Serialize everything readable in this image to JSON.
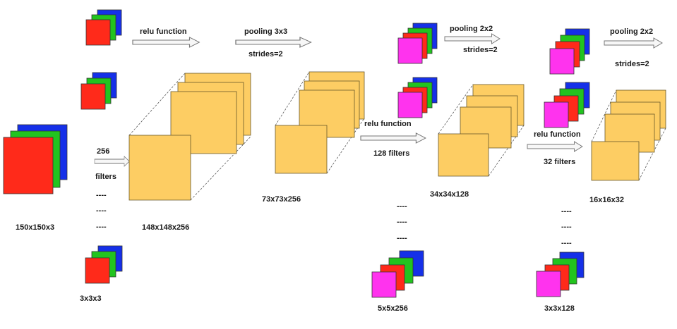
{
  "colors": {
    "red": "#ff2a1a",
    "green": "#22c41f",
    "blue": "#1530e8",
    "magenta": "#ff33ee",
    "feature": "#fdcd63",
    "feature_edge": "#6b5a2a"
  },
  "labels": {
    "input_size": "150x150x3",
    "filters1_count": "256",
    "filters1_word": "filters",
    "kernel1_size": "3x3x3",
    "conv1_size": "148x148x256",
    "relu1": "relu function",
    "pool1": "pooling 3x3",
    "strides1": "strides=2",
    "pool1_size": "73x73x256",
    "relu2": "relu function",
    "filters2": "128 filters",
    "kernel2_size": "5x5x256",
    "conv2_size": "34x34x128",
    "pool2": "pooling 2x2",
    "strides2": "strides=2",
    "relu3": "relu function",
    "filters3": "32 filters",
    "kernel3_size": "3x3x128",
    "pool3": "pooling 2x2",
    "strides3": "strides=2",
    "conv3_size": "16x16x32",
    "dashes": "----"
  }
}
